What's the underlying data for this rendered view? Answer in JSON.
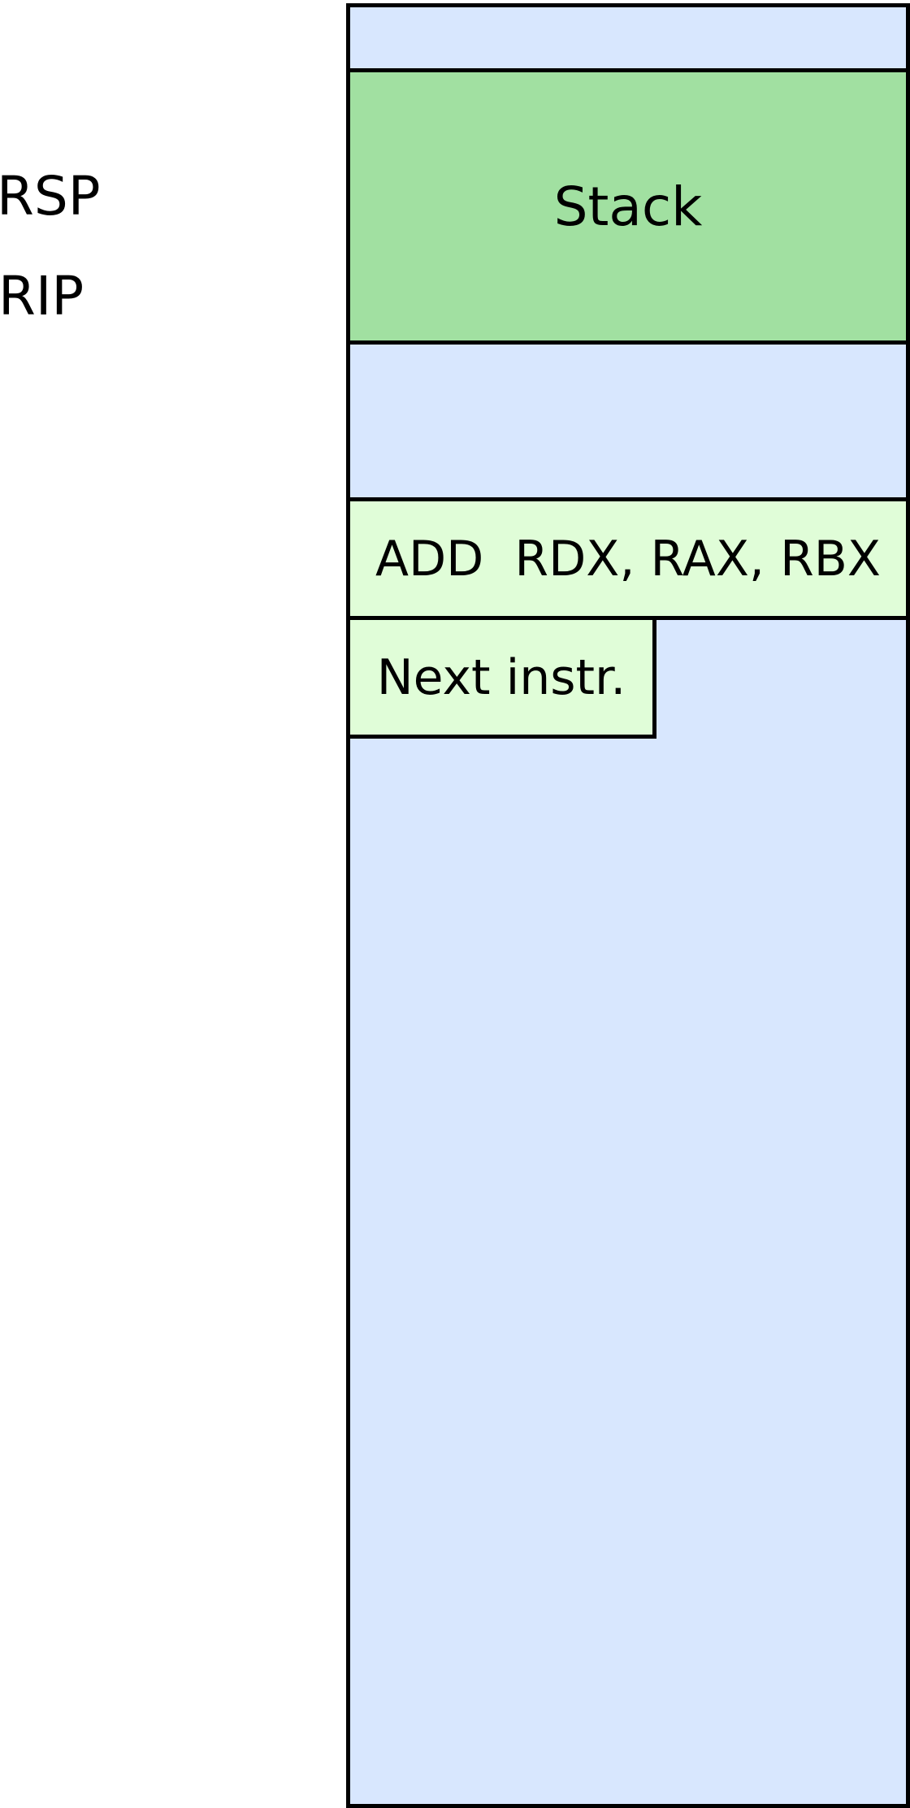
{
  "registers": {
    "rsp": "RSP",
    "rip": "RIP"
  },
  "memory": {
    "stack_label": "Stack",
    "instruction": {
      "opcode": "ADD",
      "operands": "RDX, RAX, RBX"
    },
    "next_label": "Next instr."
  },
  "colors": {
    "memory_background": "#d8e7fe",
    "stack_fill": "#a1e0a1",
    "instruction_fill": "#e0fdd8",
    "border": "#000000"
  }
}
